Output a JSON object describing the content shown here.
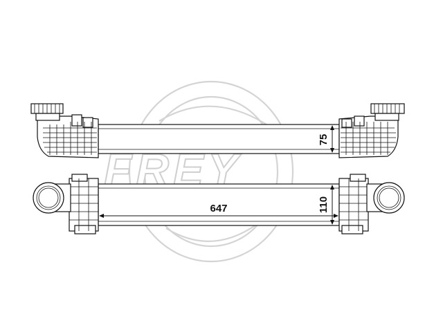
{
  "watermark": {
    "brand": "FREY"
  },
  "dimensions": {
    "height_top": "75",
    "length": "647",
    "height_bottom": "110"
  }
}
